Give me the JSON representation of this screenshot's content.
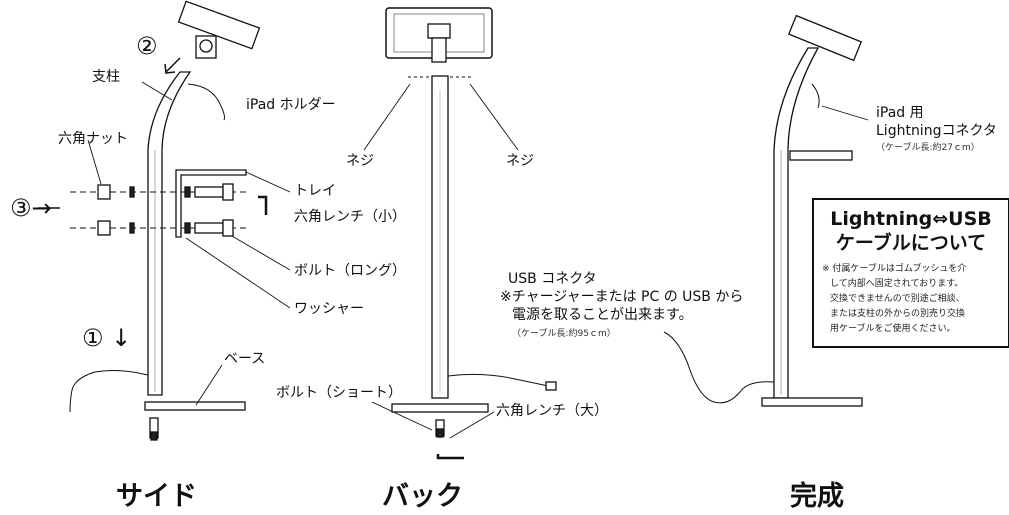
{
  "sections": {
    "side": "サイド",
    "back": "バック",
    "complete": "完成"
  },
  "steps": {
    "s1": "① ↓",
    "s2": "②",
    "s3": "③→"
  },
  "labels": {
    "pillar": "支柱",
    "ipad_holder": "iPad ホルダー",
    "hex_nut": "六角ナット",
    "tray": "トレイ",
    "hex_wrench_small": "六角レンチ（小）",
    "bolt_long": "ボルト（ロング）",
    "washer": "ワッシャー",
    "base": "ベース",
    "screw_left": "ネジ",
    "screw_right": "ネジ",
    "bolt_short": "ボルト（ショート）",
    "hex_wrench_large": "六角レンチ（大）",
    "usb_connector_1": "USB コネクタ",
    "usb_connector_2": "※チャージャーまたは PC の USB から",
    "usb_connector_3": "電源を取ることが出来ます。",
    "usb_cable_length": "（ケーブル長:約95ｃm）",
    "ipad_for": "iPad 用",
    "lightning_connector": "Lightningコネクタ",
    "lightning_cable_length": "（ケーブル長:約27ｃm）"
  },
  "note": {
    "title1": "Lightning⇔USB",
    "title2": "ケーブルについて",
    "lines": [
      "※ 付属ケーブルはゴムブッシュを介",
      "して内部へ固定されております。",
      "交換できませんので別途ご相談、",
      "または支柱の外からの別売り交換",
      "用ケーブルをご使用ください。"
    ]
  }
}
